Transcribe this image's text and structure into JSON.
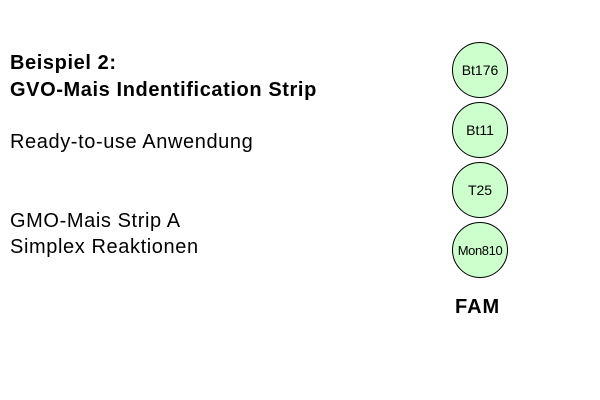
{
  "heading": {
    "line1": "Beispiel 2:",
    "line2": "GVO-Mais Indentification Strip"
  },
  "subtitle": "Ready-to-use Anwendung",
  "strip": {
    "line1": "GMO-Mais Strip A",
    "line2": "Simplex Reaktionen"
  },
  "wells": [
    {
      "label": "Bt176"
    },
    {
      "label": "Bt11"
    },
    {
      "label": "T25"
    },
    {
      "label": "Mon810"
    }
  ],
  "dye_label": "FAM",
  "colors": {
    "well_fill": "#ccffcc",
    "well_border": "#000000",
    "text": "#000000",
    "background": "#ffffff"
  }
}
